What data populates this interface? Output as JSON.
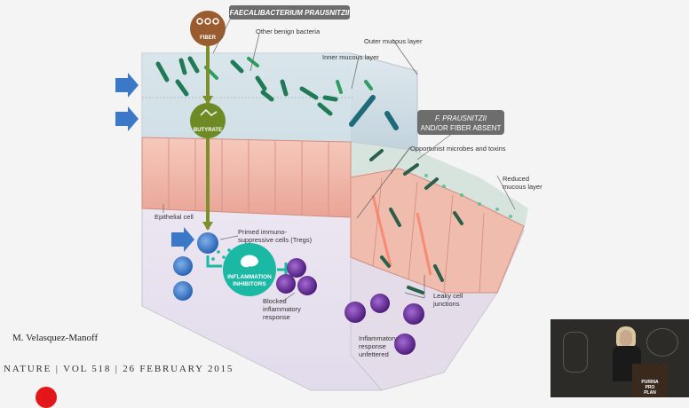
{
  "diagram": {
    "badge_fiber": "FIBER",
    "badge_butyrate": "BUTYRATE",
    "label_faecalibacterium": "FAECALIBACTERIUM PRAUSNITZII",
    "label_other_bacteria": "Other benign bacteria",
    "label_outer_mucous": "Outer mucous layer",
    "label_inner_mucous": "Inner mucous layer",
    "label_absent_line1": "F. PRAUSNITZII",
    "label_absent_line2": "AND/OR FIBER ABSENT",
    "label_opportunist": "Opportunist microbes and toxins",
    "label_reduced_line1": "Reduced",
    "label_reduced_line2": "mucous layer",
    "label_epithelial": "Epithelial cell",
    "label_primed_line1": "Primed immuno-",
    "label_primed_line2": "suppressive cells (Tregs)",
    "label_inflammation_line1": "INFLAMMATION",
    "label_inflammation_line2": "INHIBITORS",
    "label_blocked_line1": "Blocked",
    "label_blocked_line2": "inflammatory",
    "label_blocked_line3": "response",
    "label_leaky_line1": "Leaky cell",
    "label_leaky_line2": "junctions",
    "label_unfettered_line1": "Inflammatory",
    "label_unfettered_line2": "response",
    "label_unfettered_line3": "unfettered"
  },
  "caption": {
    "author": "M. Velasquez-Manoff",
    "citation": "NATURE | VOL 518 | 26 FEBRUARY 2015"
  },
  "video": {
    "podium_brand_line1": "PURINA",
    "podium_brand_line2": "PRO PLAN"
  },
  "colors": {
    "background": "#f4f4f4",
    "badge_fiber": "#9a5b2e",
    "badge_butyrate": "#6e8a24",
    "arrow_blue": "#3c78c8",
    "teal": "#1bb8a4",
    "purple": "#6b2e9b",
    "tissue_pink": "#f0b8aa"
  }
}
